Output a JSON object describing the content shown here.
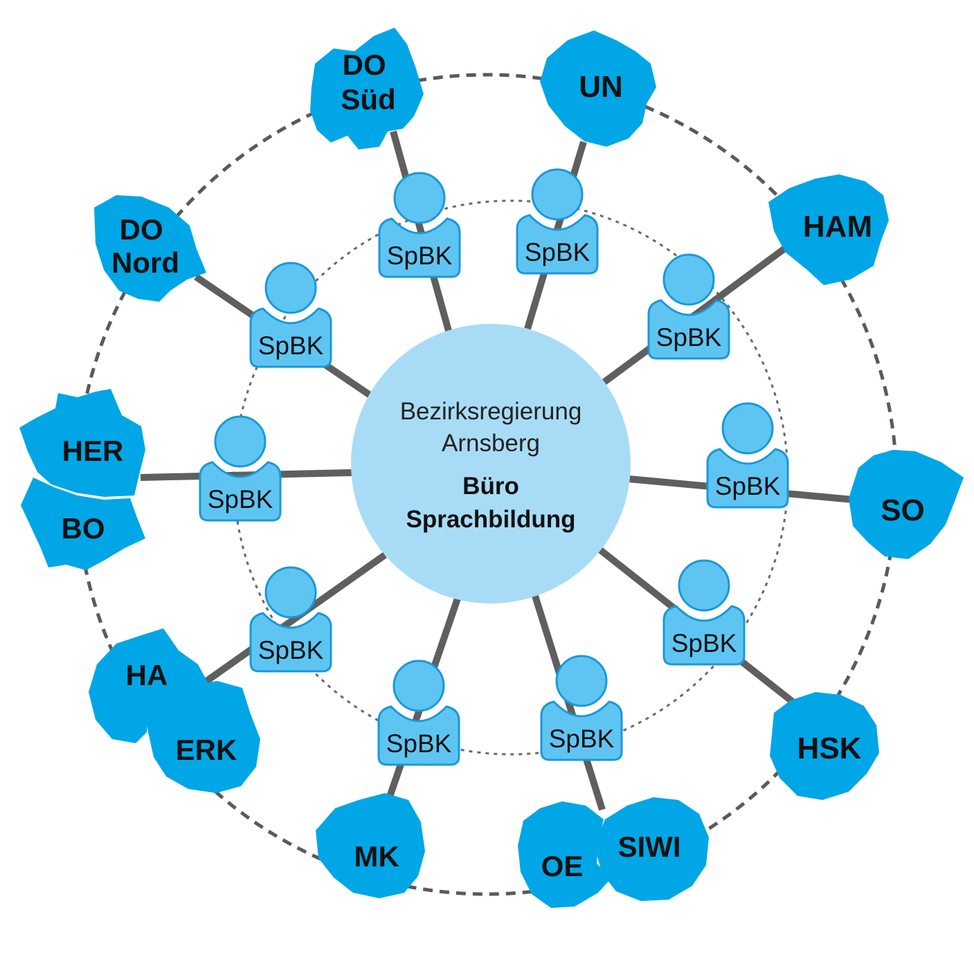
{
  "center": {
    "line1": "Bezirksregierung",
    "line2": "Arnsberg",
    "line3": "Büro",
    "line4": "Sprachbildung"
  },
  "spbk_label": "SpBK",
  "regions": [
    {
      "id": "do-sued",
      "lines": [
        "DO",
        "Süd"
      ]
    },
    {
      "id": "un",
      "lines": [
        "UN"
      ]
    },
    {
      "id": "ham",
      "lines": [
        "HAM"
      ]
    },
    {
      "id": "so",
      "lines": [
        "SO"
      ]
    },
    {
      "id": "hsk",
      "lines": [
        "HSK"
      ]
    },
    {
      "id": "siwi",
      "lines": [
        "SIWI"
      ]
    },
    {
      "id": "oe",
      "lines": [
        "OE"
      ]
    },
    {
      "id": "mk",
      "lines": [
        "MK"
      ]
    },
    {
      "id": "erk",
      "lines": [
        "ERK"
      ]
    },
    {
      "id": "ha",
      "lines": [
        "HA"
      ]
    },
    {
      "id": "bo",
      "lines": [
        "BO"
      ]
    },
    {
      "id": "her",
      "lines": [
        "HER"
      ]
    },
    {
      "id": "do-nord",
      "lines": [
        "DO",
        "Nord"
      ]
    }
  ],
  "colors": {
    "region": "#00a6e6",
    "spbk_fill": "#5ec5f2",
    "spbk_stroke": "#1a98d8",
    "center": "#a8dcf6",
    "connector": "#5f5f5f"
  }
}
